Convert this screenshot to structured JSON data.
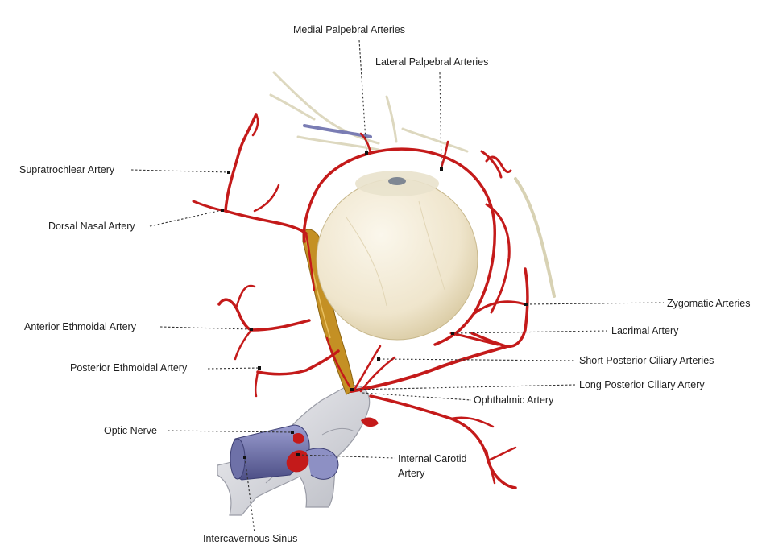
{
  "labels": {
    "medial_palpebral": "Medial Palpebral Arteries",
    "lateral_palpebral": "Lateral Palpebral Arteries",
    "supratrochlear": "Supratrochlear Artery",
    "dorsal_nasal": "Dorsal Nasal Artery",
    "zygomatic": "Zygomatic Arteries",
    "anterior_ethmoidal": "Anterior Ethmoidal  Artery",
    "lacrimal": "Lacrimal Artery",
    "short_posterior_ciliary": "Short Posterior Ciliary Arteries",
    "posterior_ethmoidal": "Posterior Ethmoidal Artery",
    "long_posterior_ciliary": "Long Posterior Ciliary Artery",
    "ophthalmic": "Ophthalmic Artery",
    "optic_nerve": "Optic Nerve",
    "internal_carotid_line1": "Internal Carotid",
    "internal_carotid_line2": "Artery",
    "intercavernous_sinus": "Intercavernous Sinus"
  },
  "colors": {
    "artery": "#c41a1a",
    "globe": "#f2ead6",
    "optic_nerve": "#c49024",
    "bone": "#dcdde2",
    "sinus": "#7a7db4",
    "leader": "#333333"
  }
}
